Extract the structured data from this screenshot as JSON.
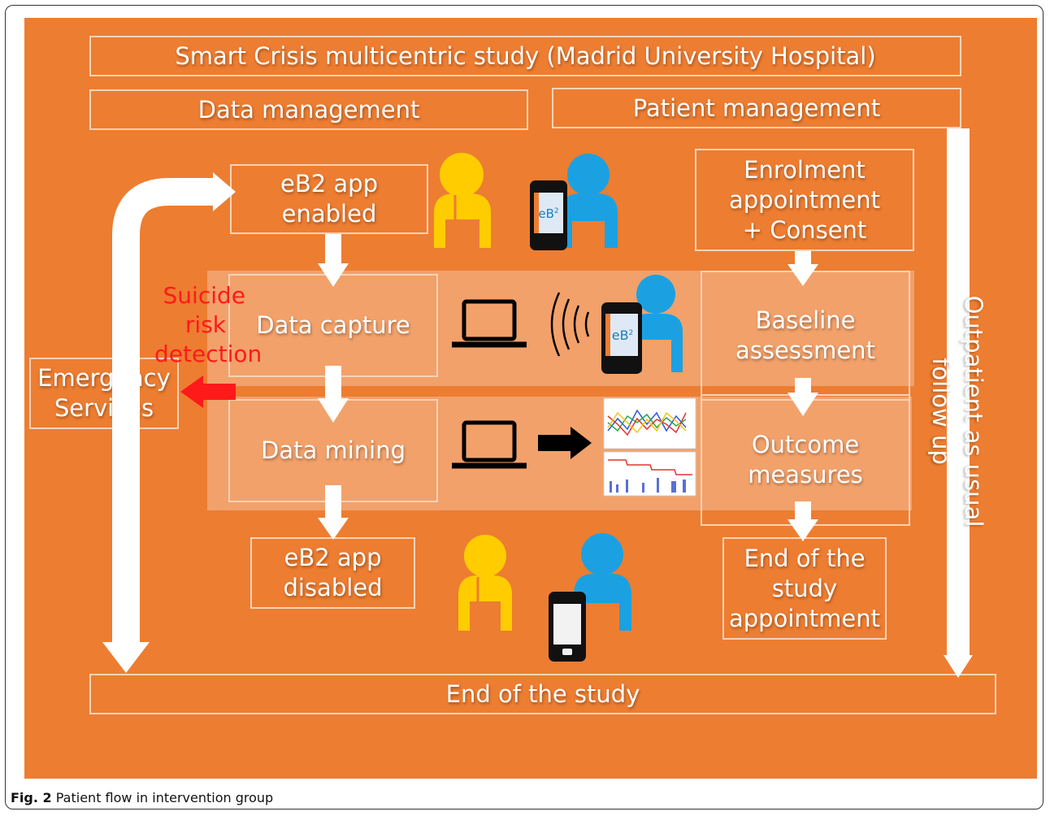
{
  "title": "Smart Crisis multicentric study (Madrid University Hospital)",
  "data_management": "Data management",
  "patient_management": "Patient management",
  "eb2_enabled": [
    "eB2 app",
    "enabled"
  ],
  "data_capture": "Data capture",
  "data_mining": "Data mining",
  "eb2_disabled": [
    "eB2 app",
    "disabled"
  ],
  "enrolment": [
    "Enrolment",
    "appointment",
    "+ Consent"
  ],
  "baseline": [
    "Baseline",
    "assessment"
  ],
  "outcome": [
    "Outcome",
    "measures"
  ],
  "end_study_appt": [
    "End of the",
    "study",
    "appointment"
  ],
  "end_of_study": "End of the study",
  "emergency": [
    "Emergency",
    "Services"
  ],
  "suicide": [
    "Suicide",
    "risk",
    "detection"
  ],
  "outpatient": "Outpatient as usual follow up",
  "phone_logo": "eB",
  "phone_logo_sup": "2",
  "caption_label": "Fig. 2",
  "caption_text": "Patient flow in intervention group",
  "colors": {
    "background": "#ed7d31",
    "doctor": "#ffcc00",
    "patient": "#1ba1e2",
    "alert": "#ff1a1a"
  },
  "icons": [
    "doctor-icon",
    "patient-icon",
    "smartphone-icon",
    "laptop-icon",
    "wireless-signal-icon",
    "right-arrow-icon",
    "chart-thumbnail-icon"
  ]
}
